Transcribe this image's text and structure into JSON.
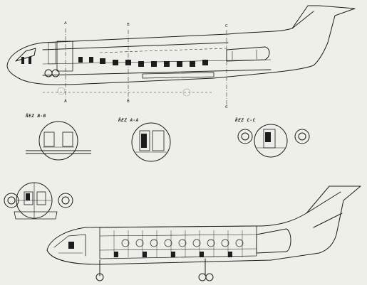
{
  "section_markers": {
    "top_a": "A",
    "top_b": "B",
    "top_c": "C",
    "bottom_a": "A",
    "bottom_b": "B",
    "bottom_c": "C"
  },
  "section_captions": {
    "bb": "ŘEZ B-B",
    "aa": "ŘEZ A-A",
    "cc": "ŘEZ C-C"
  }
}
